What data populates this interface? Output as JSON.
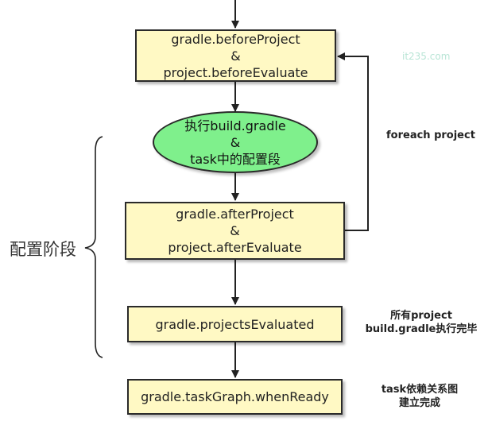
{
  "watermark": "it235.com",
  "side_label": "配置阶段",
  "nodes": {
    "before_project": [
      "gradle.beforeProject",
      "&",
      "project.beforeEvaluate"
    ],
    "build_gradle": [
      "执行build.gradle",
      "&",
      "task中的配置段"
    ],
    "after_project": [
      "gradle.afterProject",
      "&",
      "project.afterEvaluate"
    ],
    "projects_evaluated": [
      "gradle.projectsEvaluated"
    ],
    "task_graph": [
      "gradle.taskGraph.whenReady"
    ]
  },
  "notes": {
    "foreach": [
      "foreach project"
    ],
    "all_projects": [
      "所有project",
      "build.gradle执行完毕"
    ],
    "task_graph": [
      "task依赖关系图",
      "建立完成"
    ]
  },
  "colors": {
    "box_fill": "#fff9c4",
    "ellipse_fill": "#7ff08c",
    "stroke": "#2a2a2a"
  }
}
